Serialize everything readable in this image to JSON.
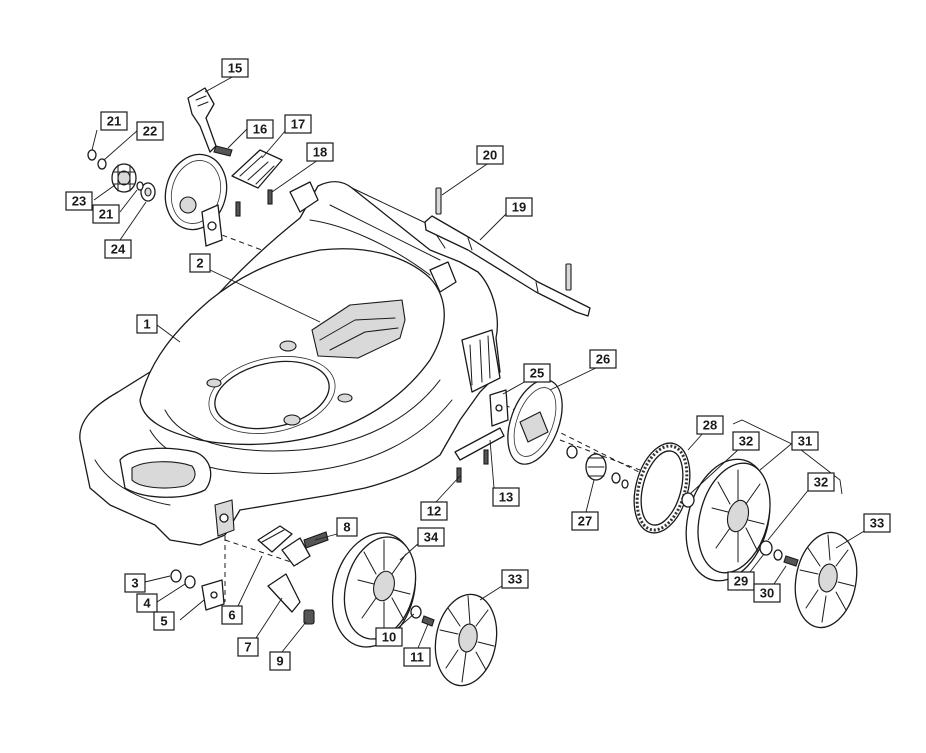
{
  "callouts": [
    {
      "id": "c15",
      "label": "15"
    },
    {
      "id": "c16",
      "label": "16"
    },
    {
      "id": "c17",
      "label": "17"
    },
    {
      "id": "c18",
      "label": "18"
    },
    {
      "id": "c21a",
      "label": "21"
    },
    {
      "id": "c22",
      "label": "22"
    },
    {
      "id": "c23",
      "label": "23"
    },
    {
      "id": "c21b",
      "label": "21"
    },
    {
      "id": "c24",
      "label": "24"
    },
    {
      "id": "c20",
      "label": "20"
    },
    {
      "id": "c19",
      "label": "19"
    },
    {
      "id": "c2",
      "label": "2"
    },
    {
      "id": "c1",
      "label": "1"
    },
    {
      "id": "c26",
      "label": "26"
    },
    {
      "id": "c25",
      "label": "25"
    },
    {
      "id": "c28",
      "label": "28"
    },
    {
      "id": "c32a",
      "label": "32"
    },
    {
      "id": "c31",
      "label": "31"
    },
    {
      "id": "c32b",
      "label": "32"
    },
    {
      "id": "c33a",
      "label": "33"
    },
    {
      "id": "c12",
      "label": "12"
    },
    {
      "id": "c13",
      "label": "13"
    },
    {
      "id": "c27",
      "label": "27"
    },
    {
      "id": "c8",
      "label": "8"
    },
    {
      "id": "c34",
      "label": "34"
    },
    {
      "id": "c33b",
      "label": "33"
    },
    {
      "id": "c3",
      "label": "3"
    },
    {
      "id": "c4",
      "label": "4"
    },
    {
      "id": "c5",
      "label": "5"
    },
    {
      "id": "c6",
      "label": "6"
    },
    {
      "id": "c7",
      "label": "7"
    },
    {
      "id": "c9",
      "label": "9"
    },
    {
      "id": "c10",
      "label": "10"
    },
    {
      "id": "c11",
      "label": "11"
    },
    {
      "id": "c29",
      "label": "29"
    },
    {
      "id": "c30",
      "label": "30"
    }
  ]
}
